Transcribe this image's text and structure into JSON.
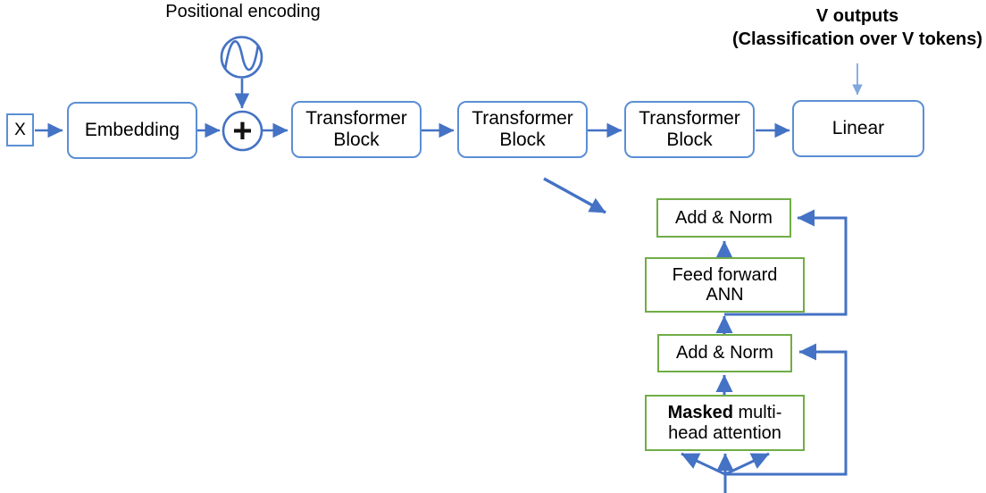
{
  "diagram": {
    "title_hidden": "",
    "colors": {
      "box_blue": "#5B8FD4",
      "arrow_blue": "#4472C4",
      "box_green": "#70AD47",
      "thin_arrow_blue": "#7FA7DC",
      "text": "#000000",
      "background": "#FFFFFF"
    },
    "main_flow": {
      "input_label": "X",
      "positional_encoding_label": "Positional encoding",
      "add_symbol": "+",
      "blocks": [
        {
          "label": "Embedding",
          "lines": [
            "Embedding"
          ]
        },
        {
          "label": "Transformer Block",
          "lines": [
            "Transformer",
            "Block"
          ]
        },
        {
          "label": "Transformer Block",
          "lines": [
            "Transformer",
            "Block"
          ]
        },
        {
          "label": "Transformer Block",
          "lines": [
            "Transformer",
            "Block"
          ]
        },
        {
          "label": "Linear",
          "lines": [
            "Linear"
          ]
        }
      ],
      "output_annotation": {
        "line1": "V outputs",
        "line2": "(Classification over V tokens)"
      }
    },
    "detail_block": {
      "boxes": [
        {
          "id": "add-norm-top",
          "lines": [
            "Add & Norm"
          ]
        },
        {
          "id": "feed-forward",
          "lines": [
            "Feed forward",
            "ANN"
          ]
        },
        {
          "id": "add-norm-bottom",
          "lines": [
            "Add & Norm"
          ]
        },
        {
          "id": "masked-attention",
          "bold_prefix": "Masked",
          "rest_line1": " multi-",
          "line2": "head attention"
        }
      ]
    }
  }
}
